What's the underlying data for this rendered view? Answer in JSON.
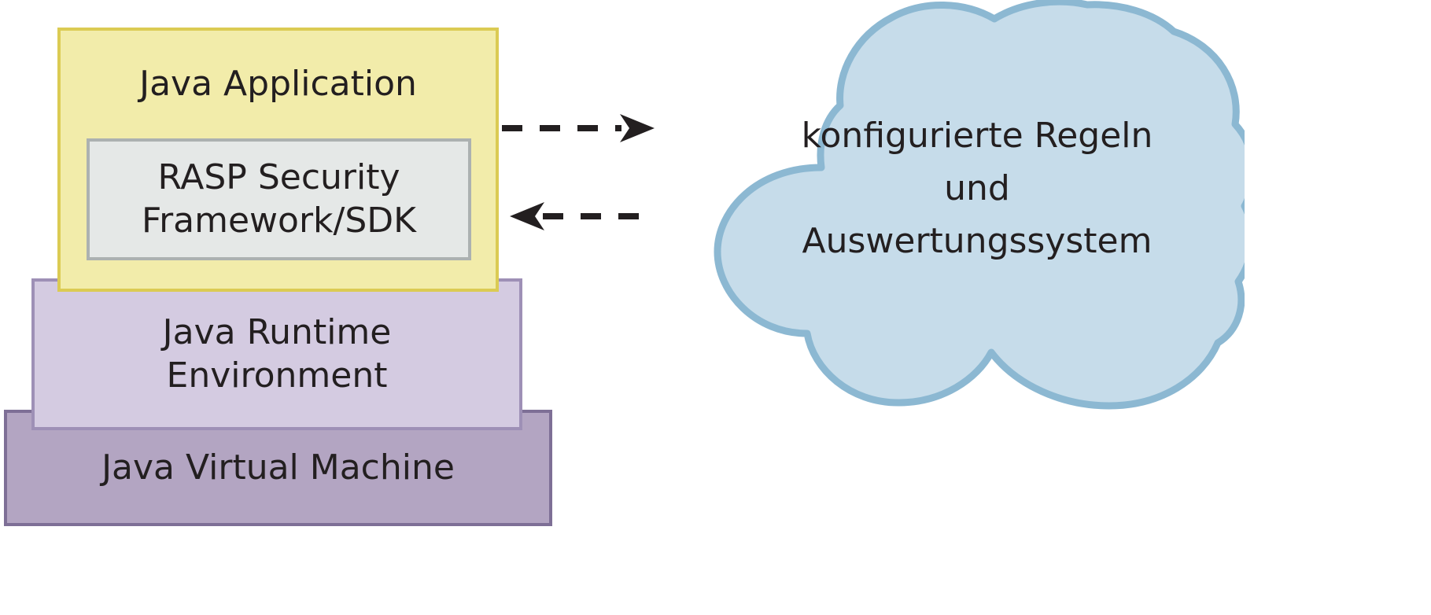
{
  "diagram": {
    "title_text_present": false,
    "background_color": "#ffffff",
    "nodes": {
      "java_application": {
        "label": "Java Application",
        "fill": "#f2ecaa",
        "stroke": "#dbcb53"
      },
      "rasp_framework": {
        "label": "RASP Security\nFramework/SDK",
        "fill": "#e5e8e7",
        "stroke": "#acb1b1"
      },
      "java_runtime_environment": {
        "label": "Java Runtime\nEnvironment",
        "fill": "#d4cbe1",
        "stroke": "#9e90b6"
      },
      "java_virtual_machine": {
        "label": "Java Virtual Machine",
        "fill": "#b3a5c2",
        "stroke": "#7e6f96"
      },
      "rules_cloud": {
        "label": "konfigurierte Regeln\nund\nAuswertungssystem",
        "fill": "#c6dcea",
        "stroke": "#8cb8d2"
      }
    },
    "connectors": [
      {
        "name": "app-to-cloud",
        "style": "dashed",
        "direction": "right",
        "color": "#231f20"
      },
      {
        "name": "cloud-to-app",
        "style": "dashed",
        "direction": "left",
        "color": "#231f20"
      }
    ]
  }
}
